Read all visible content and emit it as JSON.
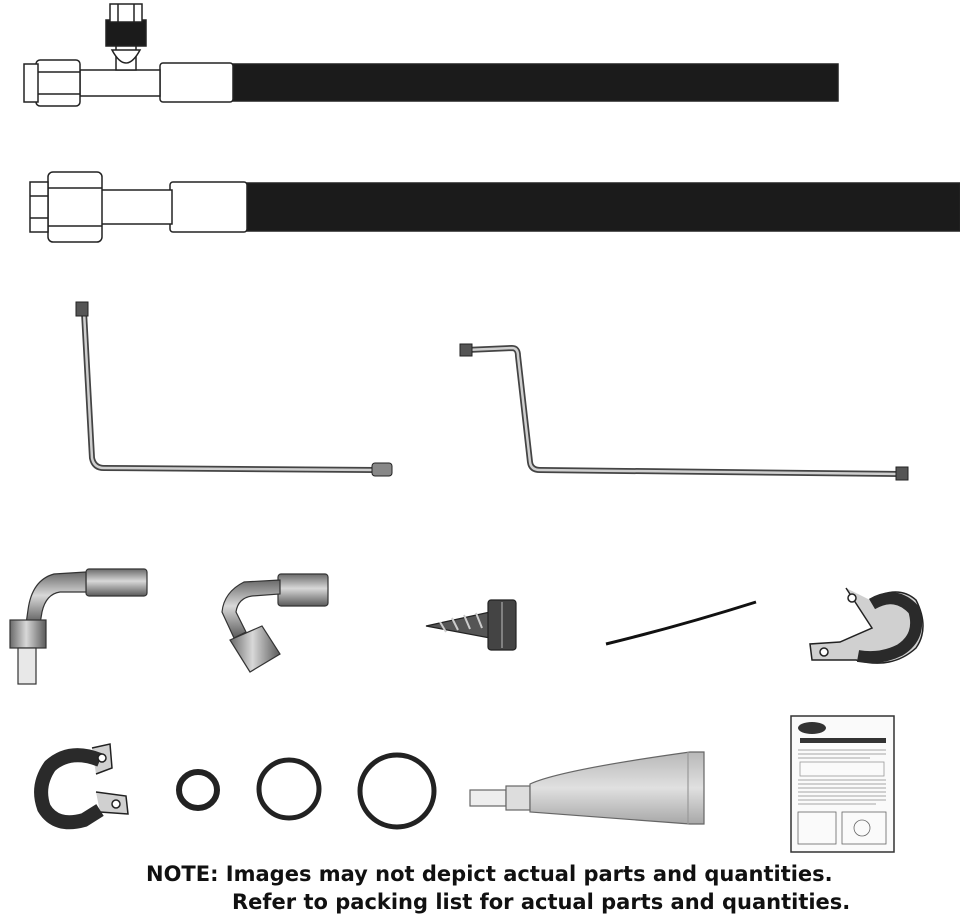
{
  "note": {
    "line1": "NOTE: Images may not depict actual parts and quantities.",
    "line2": "Refer to packing list for actual parts and quantities."
  },
  "parts": [
    {
      "name": "hose-assembly-with-service-port"
    },
    {
      "name": "hose-assembly"
    },
    {
      "name": "hard-line-l-shaped"
    },
    {
      "name": "hard-line-z-shaped"
    },
    {
      "name": "fitting-90-degree"
    },
    {
      "name": "fitting-45-degree"
    },
    {
      "name": "self-tapping-screw"
    },
    {
      "name": "zip-tie"
    },
    {
      "name": "p-clamp"
    },
    {
      "name": "o-ring-small"
    },
    {
      "name": "o-ring-medium"
    },
    {
      "name": "o-ring-large"
    },
    {
      "name": "lubricant-tube"
    },
    {
      "name": "instruction-sheet"
    }
  ],
  "colors": {
    "hose": "#1b1b1b",
    "fitting": "#ffffff",
    "outline": "#222222",
    "steel": "#9a9a9a"
  }
}
